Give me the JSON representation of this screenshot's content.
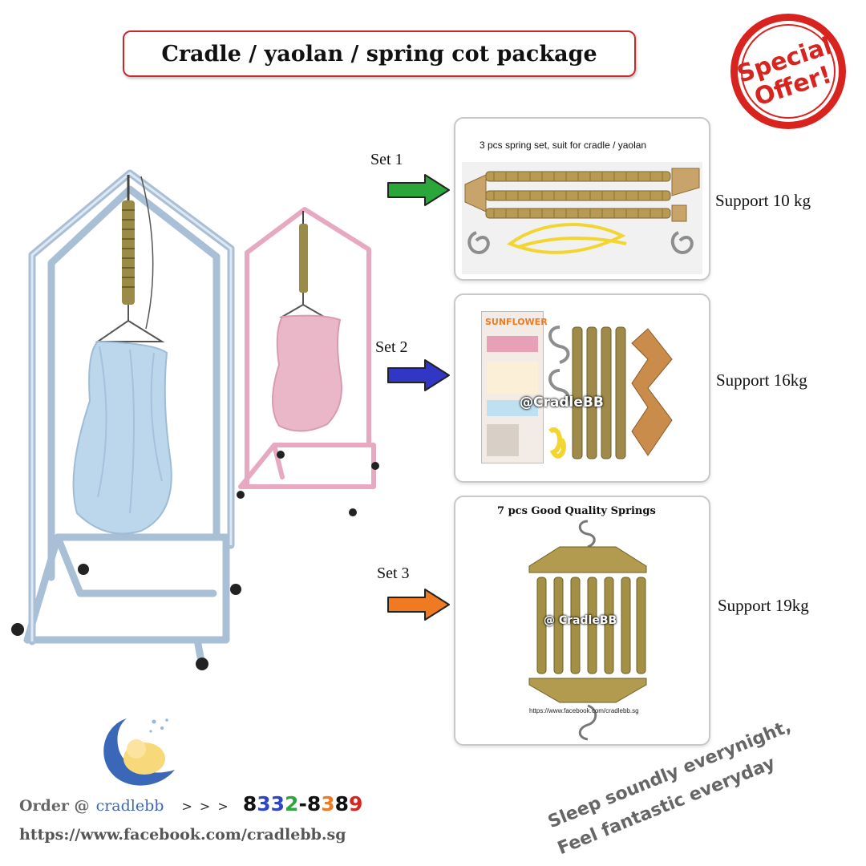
{
  "title": "Cradle / yaolan / spring cot package",
  "badge": {
    "line1": "Special",
    "line2": "Offer!",
    "color": "#d8231f"
  },
  "sets": [
    {
      "label": "Set 1",
      "arrow_color": "#2aa63a",
      "support": "Support 10 kg",
      "caption": "3  pcs spring set, suit for cradle / yaolan"
    },
    {
      "label": "Set 2",
      "arrow_color": "#3136c4",
      "support": "Support 16kg",
      "watermark": "@CradleBB",
      "brand": "SUNFLOWER"
    },
    {
      "label": "Set 3",
      "arrow_color": "#f07a22",
      "support": "Support 19kg",
      "caption": "7 pcs Good Quality Springs",
      "watermark": "@ CradleBB",
      "url": "https://www.facebook.com/cradlebb.sg"
    }
  ],
  "tagline": {
    "line1": "Sleep soundly everynight,",
    "line2": "Feel fantastic everyday"
  },
  "order": {
    "label": "Order @",
    "brand": "cradlebb",
    "arrows": "> > >",
    "phone_parts": [
      {
        "text": "8",
        "color": "#111111"
      },
      {
        "text": "33",
        "color": "#2f45c8"
      },
      {
        "text": "2",
        "color": "#2aa63a"
      },
      {
        "text": "-",
        "color": "#111111"
      },
      {
        "text": "8",
        "color": "#111111"
      },
      {
        "text": "3",
        "color": "#f07a22"
      },
      {
        "text": "8",
        "color": "#111111"
      },
      {
        "text": "9",
        "color": "#d8231f"
      }
    ],
    "url": "https://www.facebook.com/cradlebb.sg"
  },
  "icons": [
    "blue-cradle-icon",
    "pink-cradle-icon",
    "arrow-right-icon",
    "sleeping-baby-moon-logo"
  ]
}
